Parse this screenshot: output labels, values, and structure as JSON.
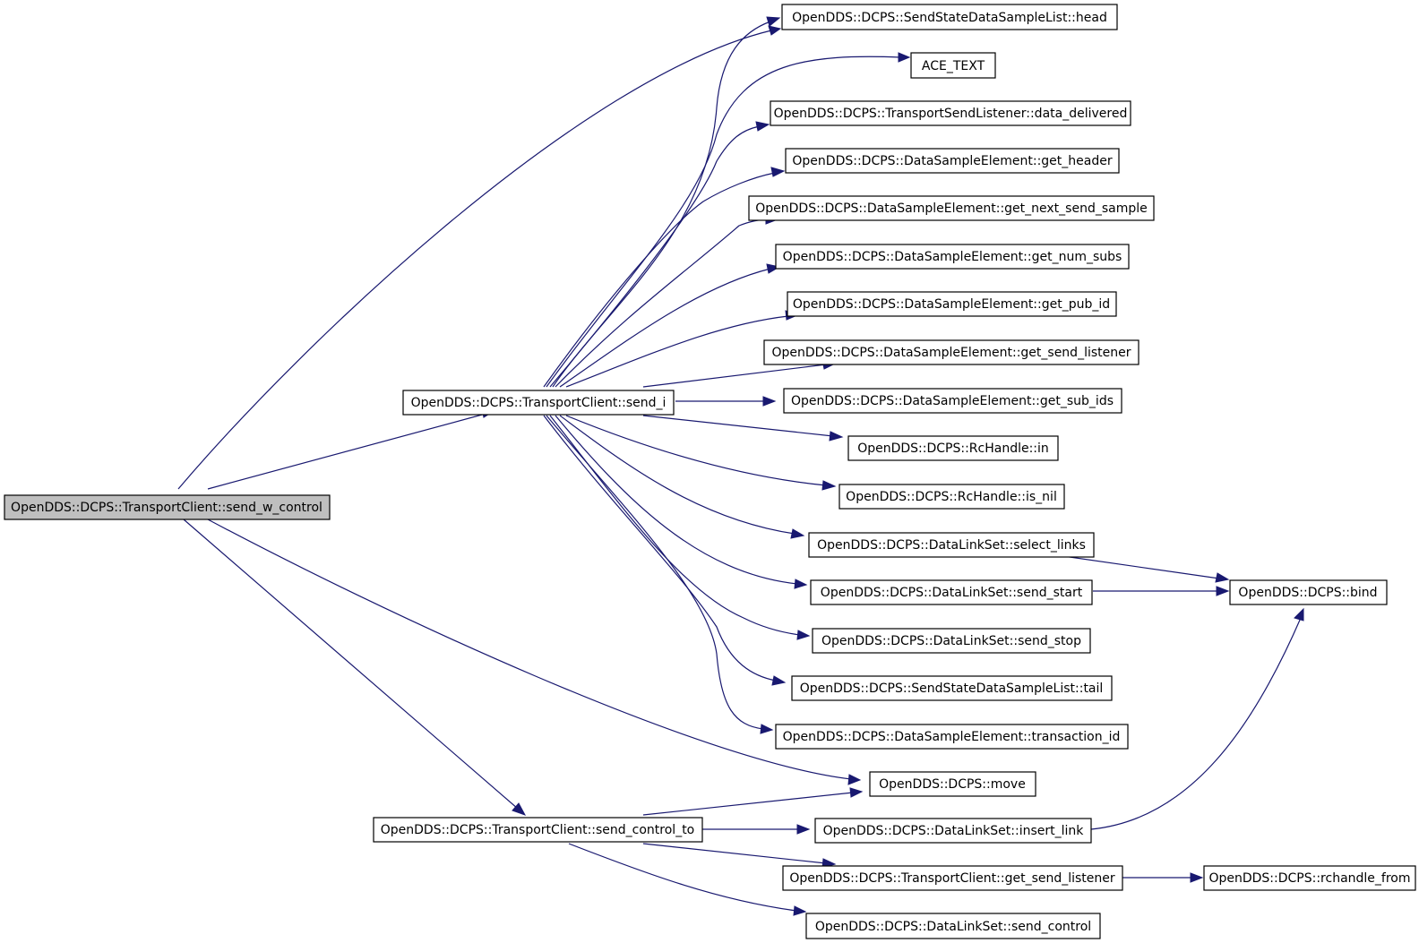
{
  "colors": {
    "edge": "#191970",
    "root_fill": "#bfbfbf",
    "node_fill": "#ffffff",
    "node_border": "#000000"
  },
  "nodes": {
    "send_w_control": "OpenDDS::DCPS::TransportClient::send_w_control",
    "send_i": "OpenDDS::DCPS::TransportClient::send_i",
    "send_control_to": "OpenDDS::DCPS::TransportClient::send_control_to",
    "head": "OpenDDS::DCPS::SendStateDataSampleList::head",
    "ace_text": "ACE_TEXT",
    "data_delivered": "OpenDDS::DCPS::TransportSendListener::data_delivered",
    "get_header": "OpenDDS::DCPS::DataSampleElement::get_header",
    "get_next_send_sample": "OpenDDS::DCPS::DataSampleElement::get_next_send_sample",
    "get_num_subs": "OpenDDS::DCPS::DataSampleElement::get_num_subs",
    "get_pub_id": "OpenDDS::DCPS::DataSampleElement::get_pub_id",
    "dse_get_send_listener": "OpenDDS::DCPS::DataSampleElement::get_send_listener",
    "get_sub_ids": "OpenDDS::DCPS::DataSampleElement::get_sub_ids",
    "rc_in": "OpenDDS::DCPS::RcHandle::in",
    "rc_is_nil": "OpenDDS::DCPS::RcHandle::is_nil",
    "select_links": "OpenDDS::DCPS::DataLinkSet::select_links",
    "send_start": "OpenDDS::DCPS::DataLinkSet::send_start",
    "send_stop": "OpenDDS::DCPS::DataLinkSet::send_stop",
    "tail": "OpenDDS::DCPS::SendStateDataSampleList::tail",
    "transaction_id": "OpenDDS::DCPS::DataSampleElement::transaction_id",
    "move": "OpenDDS::DCPS::move",
    "insert_link": "OpenDDS::DCPS::DataLinkSet::insert_link",
    "tc_get_send_listener": "OpenDDS::DCPS::TransportClient::get_send_listener",
    "send_control": "OpenDDS::DCPS::DataLinkSet::send_control",
    "bind": "OpenDDS::DCPS::bind",
    "rchandle_from": "OpenDDS::DCPS::rchandle_from"
  }
}
